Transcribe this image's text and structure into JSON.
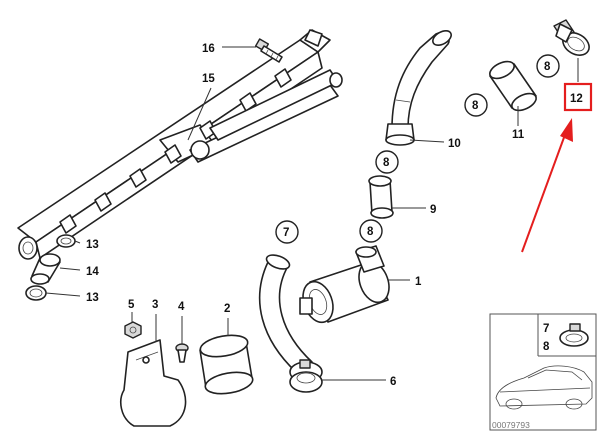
{
  "callouts": {
    "c1": "1",
    "c2": "2",
    "c3": "3",
    "c4": "4",
    "c5": "5",
    "c6": "6",
    "c9": "9",
    "c10": "10",
    "c11": "11",
    "c12": "12",
    "c13a": "13",
    "c13b": "13",
    "c14": "14",
    "c15": "15",
    "c16": "16"
  },
  "circled": {
    "c7": "7",
    "c8a": "8",
    "c8b": "8",
    "c8c": "8",
    "c8d": "8"
  },
  "inset": {
    "num_top": "7",
    "num_bottom": "8",
    "catalog_number": "00079793"
  },
  "colors": {
    "highlight": "#e41e1e",
    "arrow": "#e41e1e"
  }
}
